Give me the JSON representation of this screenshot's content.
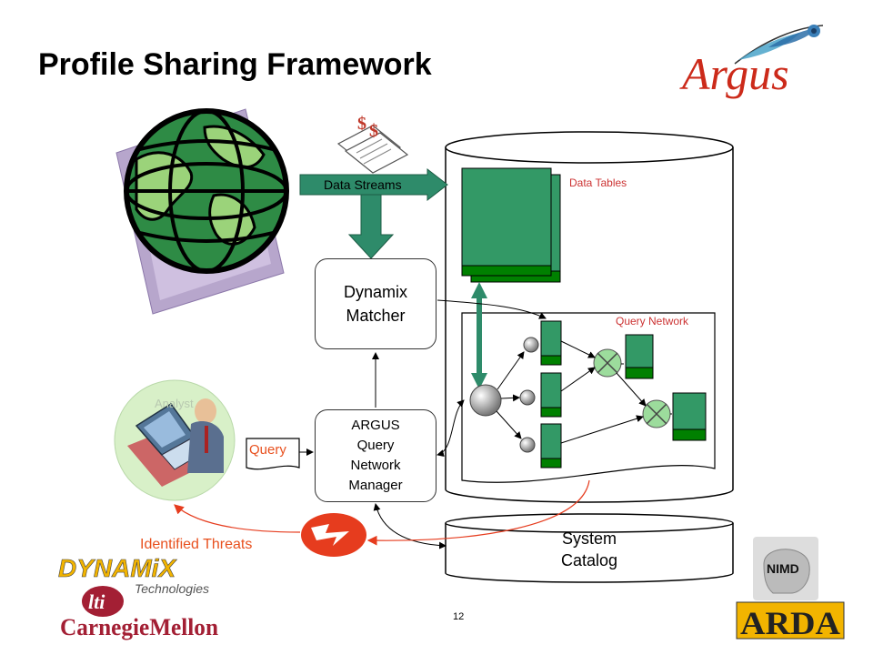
{
  "slide": {
    "title": "Profile Sharing Framework",
    "page_number": "12"
  },
  "logos": {
    "argus": "Argus",
    "dynamix": "DYNAMiX",
    "dynamix_sub": "Technologies",
    "lti": "lti",
    "cmu": "CarnegieMellon",
    "nimd": "NIMD",
    "arda": "ARDA"
  },
  "diagram": {
    "data_streams": "Data Streams",
    "data_tables": "Data Tables",
    "query_network": "Query Network",
    "matcher_line1": "Dynamix",
    "matcher_line2": "Matcher",
    "manager_line1": "ARGUS",
    "manager_line2": "Query",
    "manager_line3": "Network",
    "manager_line4": "Manager",
    "query": "Query",
    "analyst": "Analyst",
    "catalog_line1": "System",
    "catalog_line2": "Catalog",
    "identified_threats": "Identified Threats"
  },
  "colors": {
    "table_green": "#339966",
    "table_dark": "#008000",
    "arrow_teal": "#2e8b6a",
    "alert_red": "#e63c1e",
    "threat_text": "#e8501e",
    "label_red": "#cc3333",
    "argus_red": "#cc2a1a"
  }
}
